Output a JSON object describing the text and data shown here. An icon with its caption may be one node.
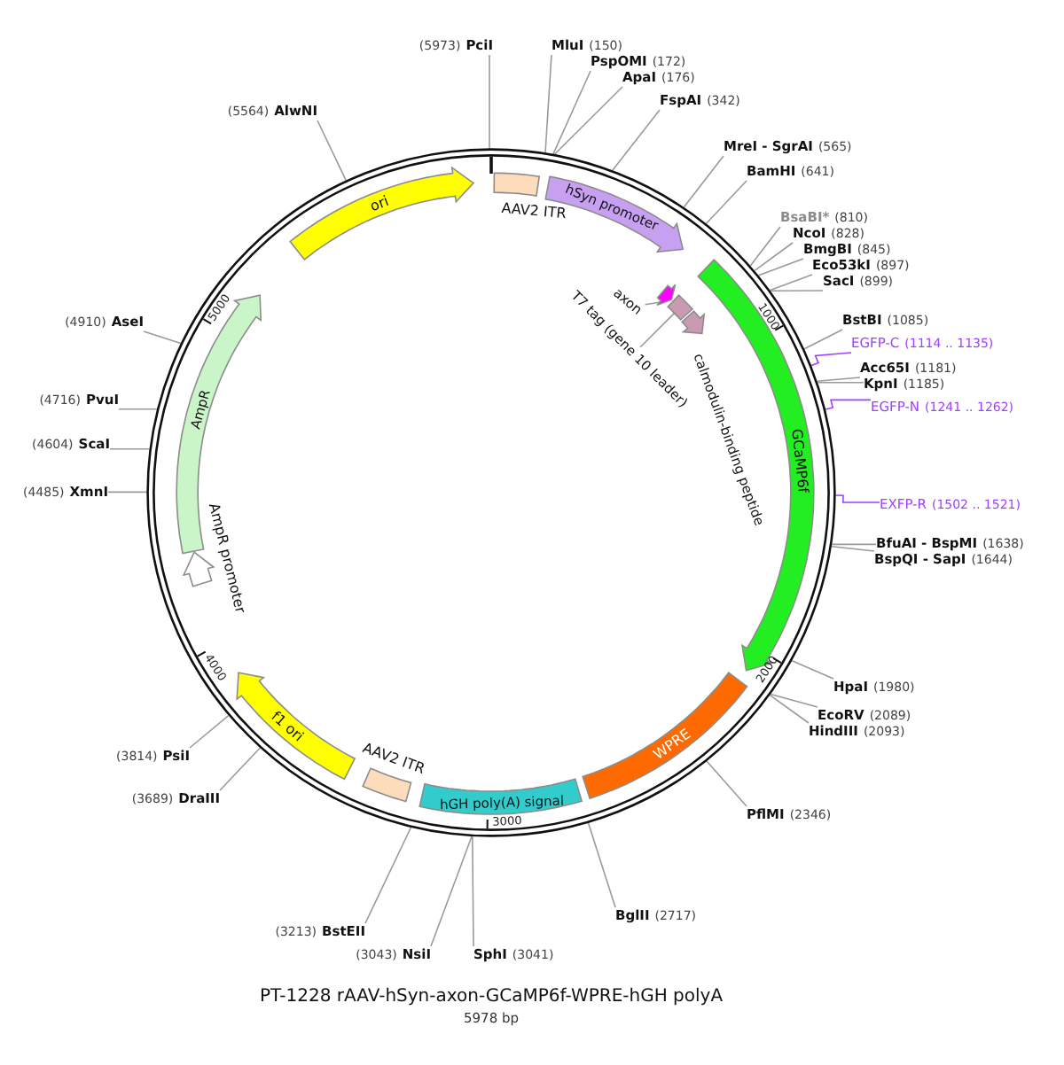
{
  "diagram": {
    "title": "PT-1228 rAAV-hSyn-axon-GCaMP6f-WPRE-hGH polyA",
    "caption": "5978 bp",
    "nodes": [
      {
        "text": [
          "PciI"
        ],
        "beside": [
          "(5973)"
        ]
      },
      {
        "text": [
          "MluI"
        ],
        "beside": [
          "(150)"
        ]
      },
      {
        "text": [
          "PspOMI"
        ],
        "beside": [
          "(172)"
        ]
      },
      {
        "text": [
          "ApaI"
        ],
        "beside": [
          "(176)"
        ]
      },
      {
        "text": [
          "FspAI"
        ],
        "beside": [
          "(342)"
        ]
      },
      {
        "text": [
          "MreI - SgrAI"
        ],
        "beside": [
          "(565)"
        ]
      },
      {
        "text": [
          "BamHI"
        ],
        "beside": [
          "(641)"
        ]
      },
      {
        "text": [
          "BsaBI*"
        ],
        "beside": [
          "(810)"
        ]
      },
      {
        "text": [
          "NcoI"
        ],
        "beside": [
          "(828)"
        ]
      },
      {
        "text": [
          "BmgBI"
        ],
        "beside": [
          "(845)"
        ]
      },
      {
        "text": [
          "Eco53kI"
        ],
        "beside": [
          "(897)"
        ]
      },
      {
        "text": [
          "SacI"
        ],
        "beside": [
          "(899)"
        ]
      },
      {
        "text": [
          "BstBI"
        ],
        "beside": [
          "(1085)"
        ]
      },
      {
        "text": [
          "EGFP-C"
        ],
        "beside": [
          "(1114 .. 1135)"
        ]
      },
      {
        "text": [
          "Acc65I"
        ],
        "beside": [
          "(1181)"
        ]
      },
      {
        "text": [
          "KpnI"
        ],
        "beside": [
          "(1185)"
        ]
      },
      {
        "text": [
          "EGFP-N"
        ],
        "beside": [
          "(1241 .. 1262)"
        ]
      },
      {
        "text": [
          "EXFP-R"
        ],
        "beside": [
          "(1502 .. 1521)"
        ]
      },
      {
        "text": [
          "BfuAI - BspMI"
        ],
        "beside": [
          "(1638)"
        ]
      },
      {
        "text": [
          "BspQI - SapI"
        ],
        "beside": [
          "(1644)"
        ]
      },
      {
        "text": [
          "HpaI"
        ],
        "beside": [
          "(1980)"
        ]
      },
      {
        "text": [
          "EcoRV"
        ],
        "beside": [
          "(2089)"
        ]
      },
      {
        "text": [
          "HindIII"
        ],
        "beside": [
          "(2093)"
        ]
      },
      {
        "text": [
          "PflMI"
        ],
        "beside": [
          "(2346)"
        ]
      },
      {
        "text": [
          "BglII"
        ],
        "beside": [
          "(2717)"
        ]
      },
      {
        "text": [
          "SphI"
        ],
        "beside": [
          "(3041)"
        ]
      },
      {
        "text": [
          "NsiI"
        ],
        "beside": [
          "(3043)"
        ]
      },
      {
        "text": [
          "BstEII"
        ],
        "beside": [
          "(3213)"
        ]
      },
      {
        "text": [
          "DraIII"
        ],
        "beside": [
          "(3689)"
        ]
      },
      {
        "text": [
          "PsiI"
        ],
        "beside": [
          "(3814)"
        ]
      },
      {
        "text": [
          "XmnI"
        ],
        "beside": [
          "(4485)"
        ]
      },
      {
        "text": [
          "ScaI"
        ],
        "beside": [
          "(4604)"
        ]
      },
      {
        "text": [
          "PvuI"
        ],
        "beside": [
          "(4716)"
        ]
      },
      {
        "text": [
          "AseI"
        ],
        "beside": [
          "(4910)"
        ]
      },
      {
        "text": [
          "AlwNI"
        ],
        "beside": [
          "(5564)"
        ]
      },
      {
        "text": [],
        "shape": "circle"
      },
      {
        "text": [
          "AAV2 ITR"
        ],
        "in": 35
      },
      {
        "text": [
          "hSyn promoter"
        ],
        "in": 35
      },
      {
        "text": [
          "axon"
        ],
        "in": 35
      },
      {
        "text": [],
        "shape": "arrow",
        "in": 35
      },
      {
        "text": [
          "T7 tag (gene 10 leader)"
        ],
        "in": 35
      },
      {
        "text": [],
        "shape": "box",
        "in": 35
      },
      {
        "text": [
          "calmodulin-binding peptide"
        ],
        "in": 35
      },
      {
        "text": [
          "GCaMP6f"
        ],
        "in": 35
      },
      {
        "text": [
          "WPRE"
        ],
        "in": 35
      },
      {
        "text": [
          "hGH poly(A) signal"
        ],
        "in": 35
      },
      {
        "text": [
          "AAV2 ITR"
        ],
        "in": 35
      },
      {
        "text": [
          "f1 ori"
        ],
        "in": 35
      },
      {
        "text": [
          "AmpR promoter"
        ],
        "in": 35
      },
      {
        "text": [
          "AmpR"
        ],
        "in": 35
      },
      {
        "text": [
          "ori"
        ],
        "in": 35
      }
    ],
    "edges": [
      {
        "from": 0,
        "to": 35,
        "arrow": "none"
      },
      {
        "from": 1,
        "to": 35,
        "arrow": "none"
      },
      {
        "from": 2,
        "to": 35,
        "arrow": "none"
      },
      {
        "from": 3,
        "to": 35,
        "arrow": "none"
      },
      {
        "from": 4,
        "to": 35,
        "arrow": "none"
      },
      {
        "from": 5,
        "to": 35,
        "arrow": "none"
      },
      {
        "from": 6,
        "to": 35,
        "arrow": "none"
      },
      {
        "from": 7,
        "to": 35,
        "arrow": "none"
      },
      {
        "from": 8,
        "to": 35,
        "arrow": "none"
      },
      {
        "from": 9,
        "to": 35,
        "arrow": "none"
      },
      {
        "from": 10,
        "to": 35,
        "arrow": "none"
      },
      {
        "from": 11,
        "to": 35,
        "arrow": "none"
      },
      {
        "from": 12,
        "to": 35,
        "arrow": "none"
      },
      {
        "from": 13,
        "to": 35,
        "arrow": "none",
        "color": "#a040ff"
      },
      {
        "from": 14,
        "to": 35,
        "arrow": "none"
      },
      {
        "from": 15,
        "to": 35,
        "arrow": "none"
      },
      {
        "from": 16,
        "to": 35,
        "arrow": "none",
        "color": "#a040ff"
      },
      {
        "from": 17,
        "to": 35,
        "arrow": "none",
        "color": "#a040ff"
      },
      {
        "from": 18,
        "to": 35,
        "arrow": "none"
      },
      {
        "from": 19,
        "to": 35,
        "arrow": "none"
      },
      {
        "from": 20,
        "to": 35,
        "arrow": "none"
      },
      {
        "from": 21,
        "to": 35,
        "arrow": "none"
      },
      {
        "from": 22,
        "to": 35,
        "arrow": "none"
      },
      {
        "from": 23,
        "to": 35,
        "arrow": "none"
      },
      {
        "from": 24,
        "to": 35,
        "arrow": "none"
      },
      {
        "from": 25,
        "to": 35,
        "arrow": "none"
      },
      {
        "from": 26,
        "to": 35,
        "arrow": "none"
      },
      {
        "from": 27,
        "to": 35,
        "arrow": "none"
      },
      {
        "from": 28,
        "to": 35,
        "arrow": "none"
      },
      {
        "from": 29,
        "to": 35,
        "arrow": "none"
      },
      {
        "from": 30,
        "to": 35,
        "arrow": "none"
      },
      {
        "from": 31,
        "to": 35,
        "arrow": "none"
      },
      {
        "from": 32,
        "to": 35,
        "arrow": "none"
      },
      {
        "from": 33,
        "to": 35,
        "arrow": "none"
      },
      {
        "from": 34,
        "to": 35,
        "arrow": "none"
      },
      {
        "from": 38,
        "to": 39,
        "arrow": "none"
      },
      {
        "from": 40,
        "to": 41,
        "arrow": "none"
      }
    ],
    "labels": [
      "1000",
      "2000",
      "3000",
      "4000",
      "5000"
    ]
  }
}
